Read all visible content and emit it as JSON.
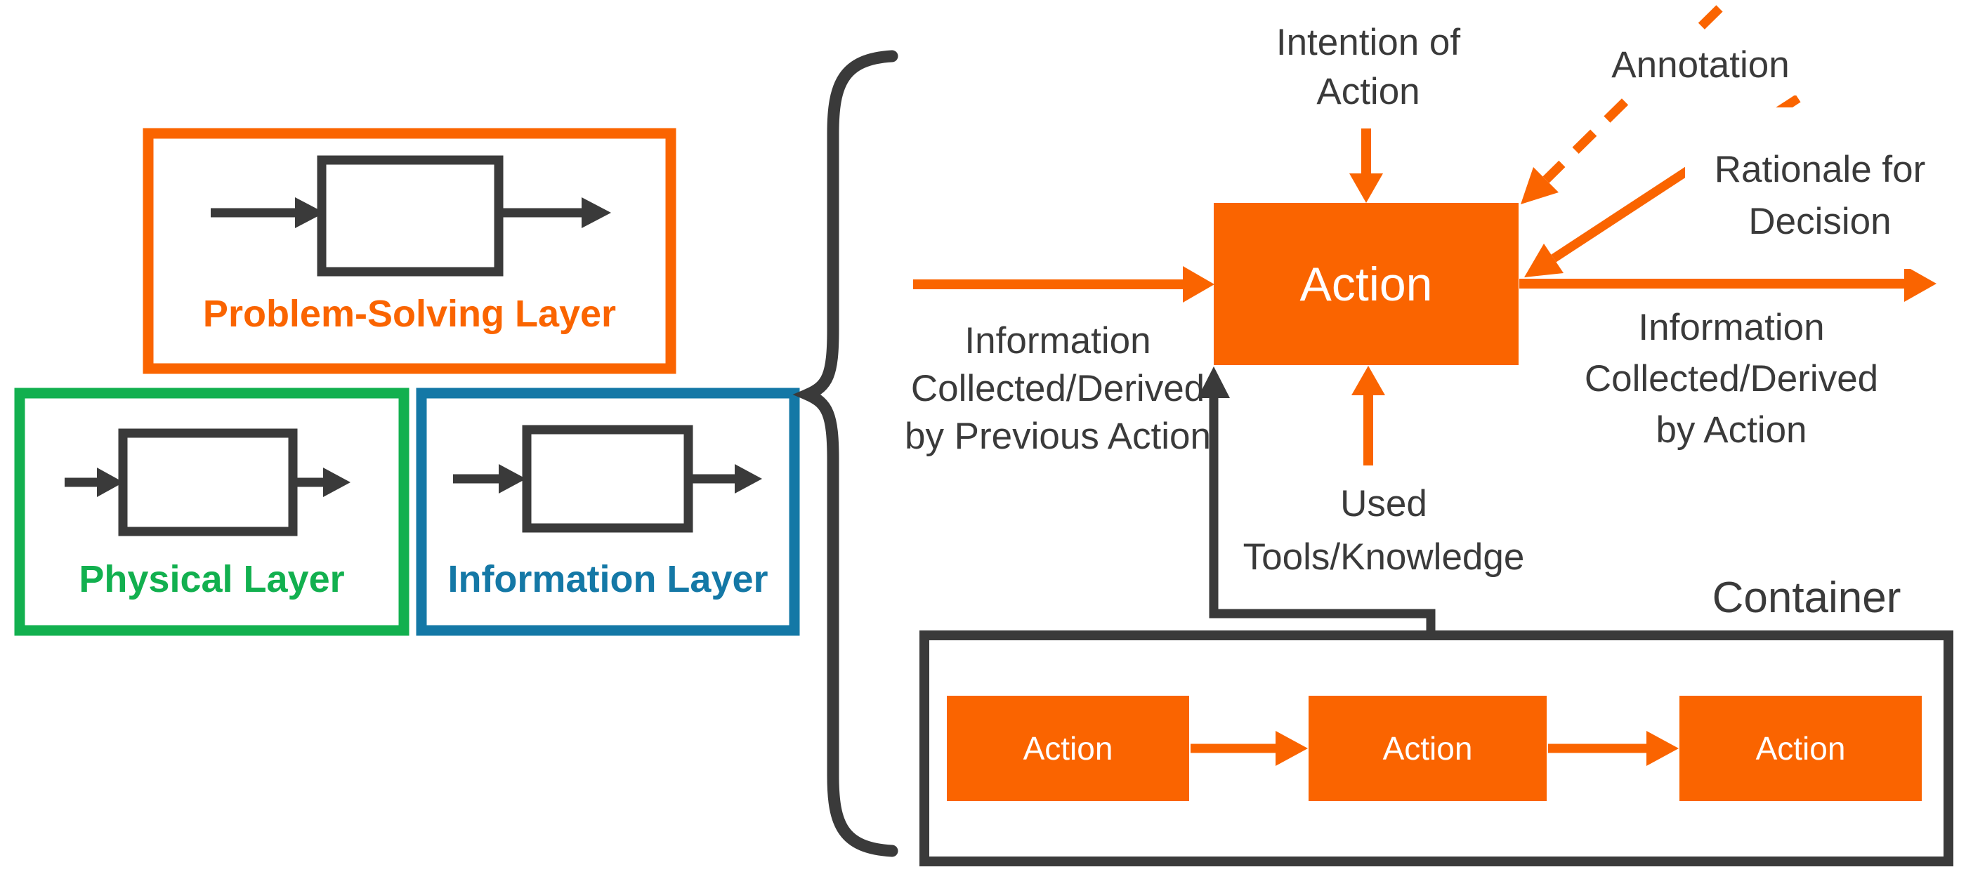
{
  "colors": {
    "orange": "#FA6400",
    "green": "#12B04F",
    "blue": "#1478A6",
    "dark_gray": "#3A3A3A"
  },
  "left_panel": {
    "problem_solving_label": "Problem-Solving Layer",
    "physical_label": "Physical Layer",
    "information_label": "Information Layer"
  },
  "main": {
    "action_label": "Action",
    "intention_lines": [
      "Intention of",
      "Action"
    ],
    "annotation_label": "Annotation",
    "rationale_lines": [
      "Rationale for",
      "Decision"
    ],
    "info_prev_lines": [
      "Information",
      "Collected/Derived",
      "by Previous Action"
    ],
    "info_out_lines": [
      "Information",
      "Collected/Derived",
      "by Action"
    ],
    "used_tools_lines": [
      "Used",
      "Tools/Knowledge"
    ]
  },
  "container": {
    "label": "Container",
    "actions": [
      "Action",
      "Action",
      "Action"
    ]
  }
}
